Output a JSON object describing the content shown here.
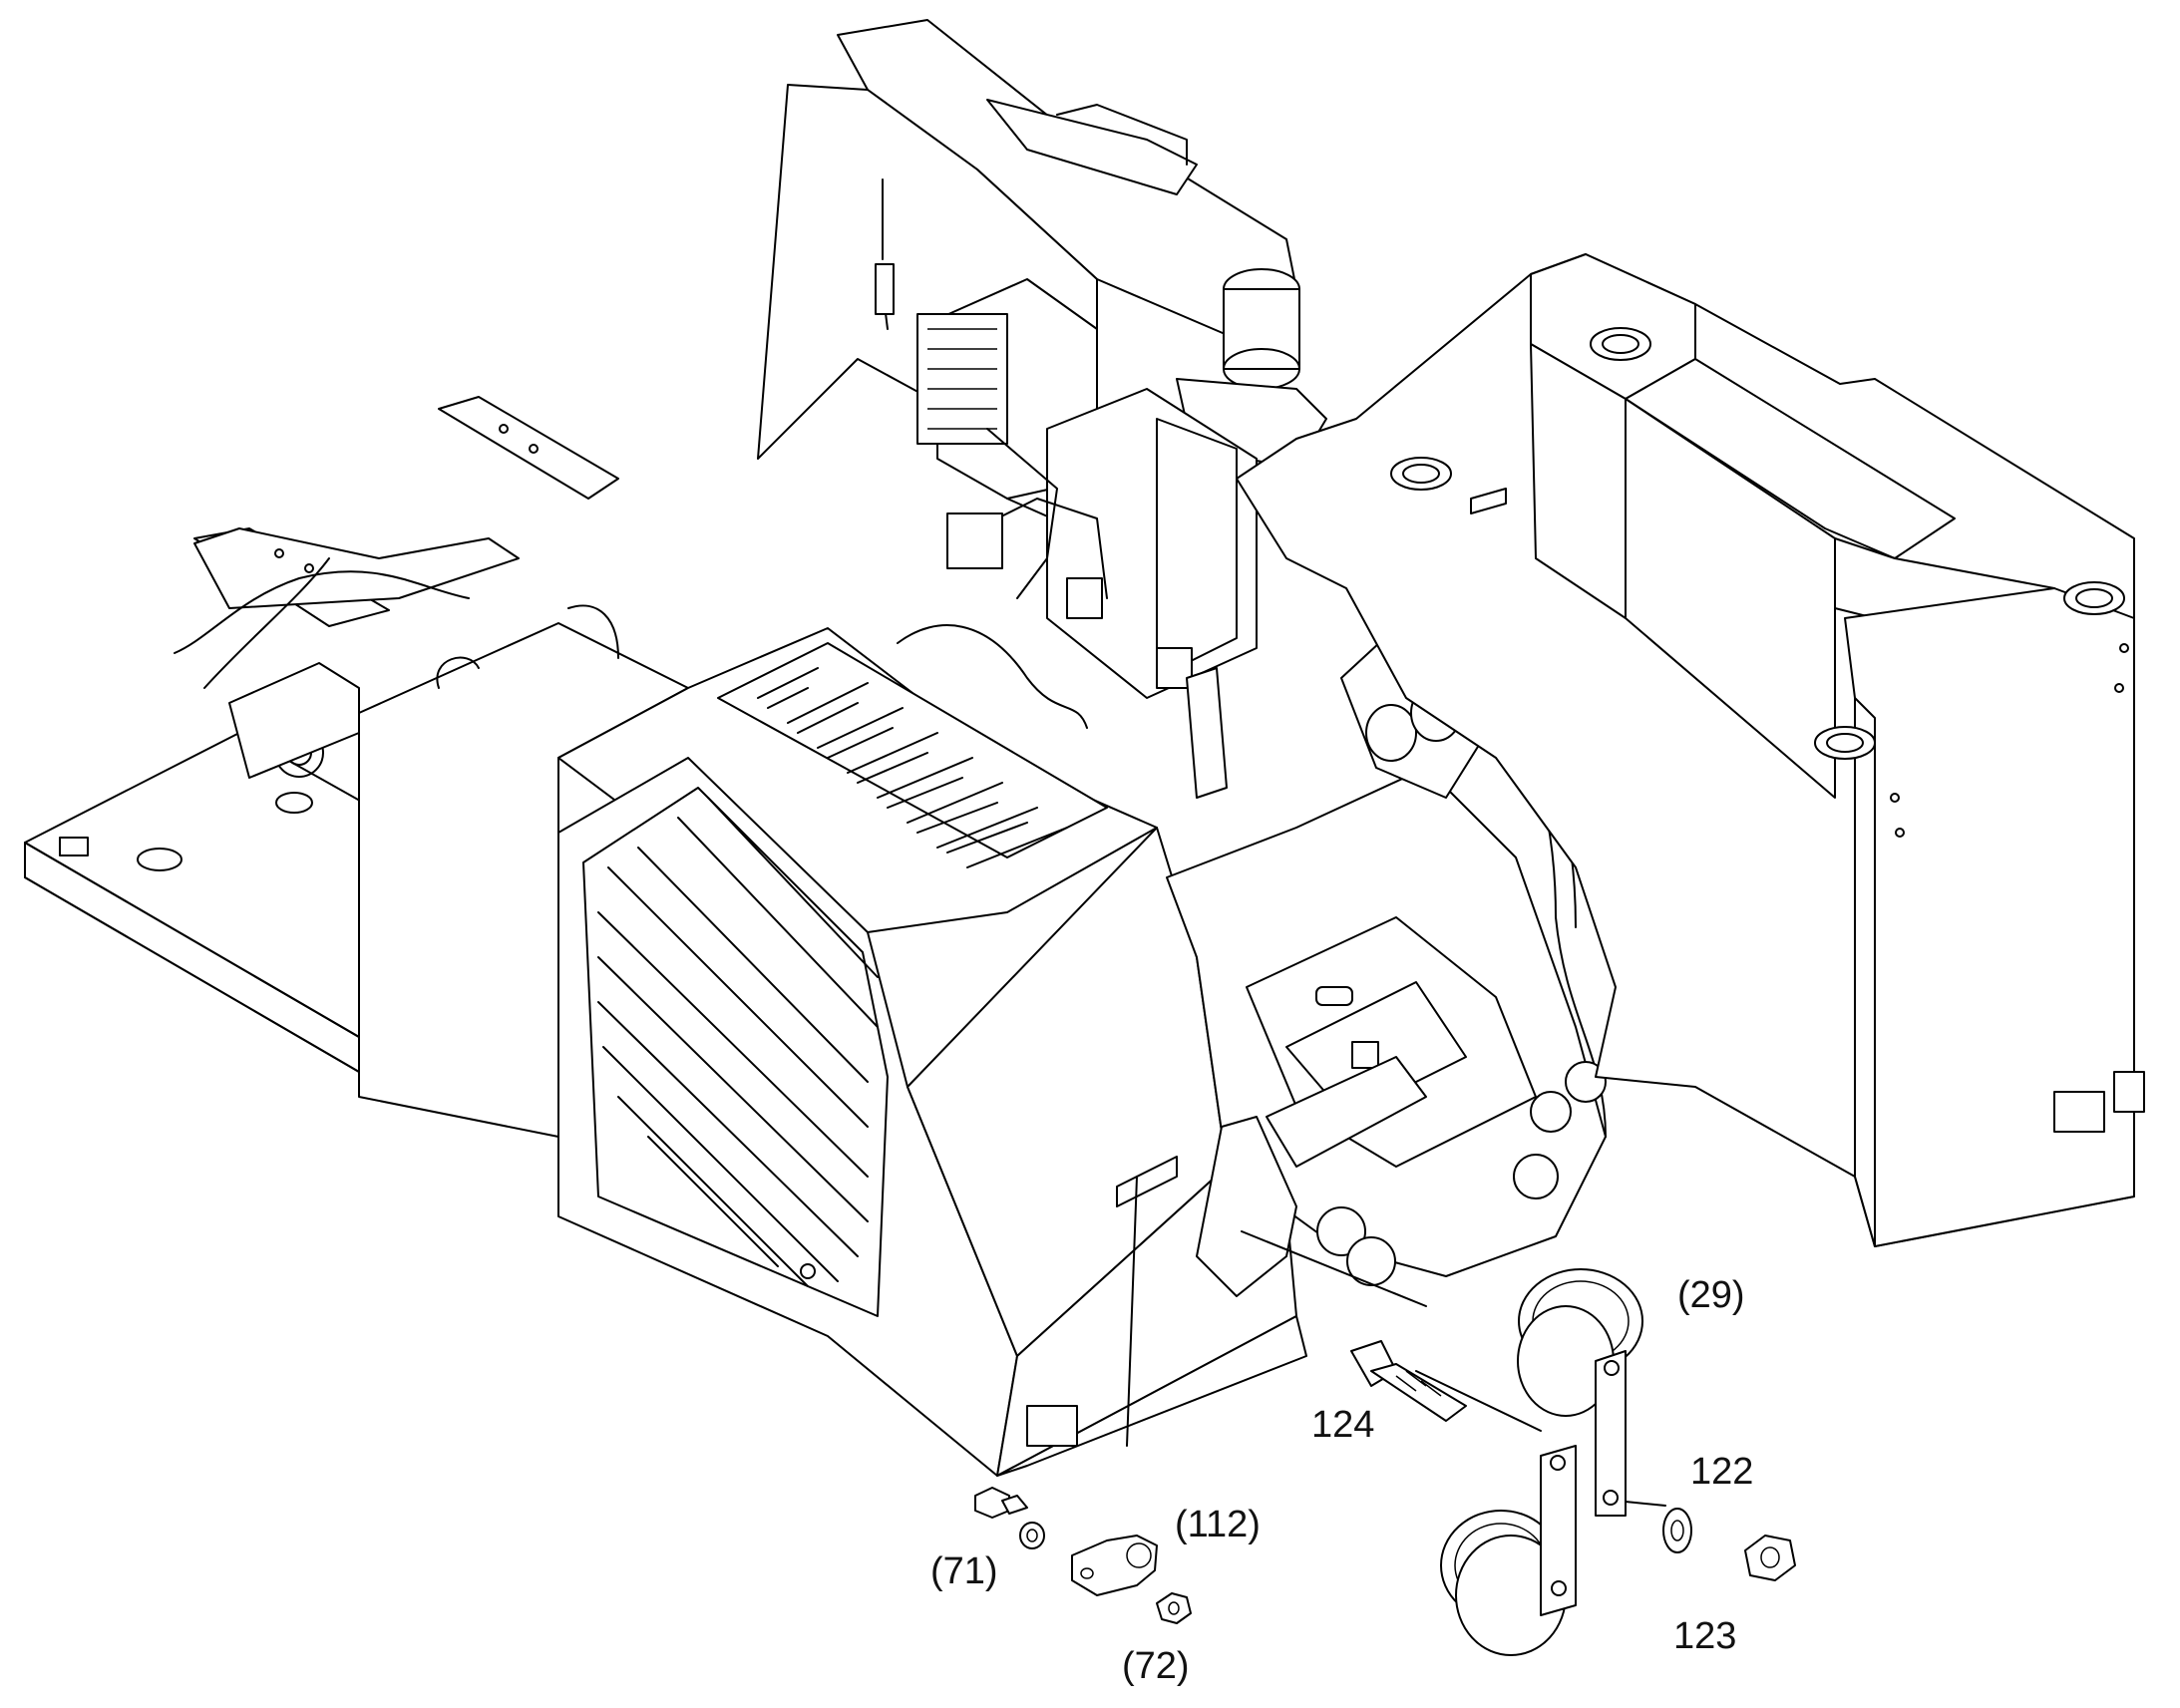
{
  "callouts": {
    "c29": "(29)",
    "c124": "124",
    "c122": "122",
    "c112": "(112)",
    "c71": "(71)",
    "c123": "123",
    "c72": "(72)"
  },
  "icons": {
    "horn_upper": "horn-icon",
    "horn_lower": "horn-icon",
    "bolt": "bolt-icon",
    "washer": "washer-icon",
    "nut": "nut-icon",
    "clamp": "clamp-icon"
  }
}
